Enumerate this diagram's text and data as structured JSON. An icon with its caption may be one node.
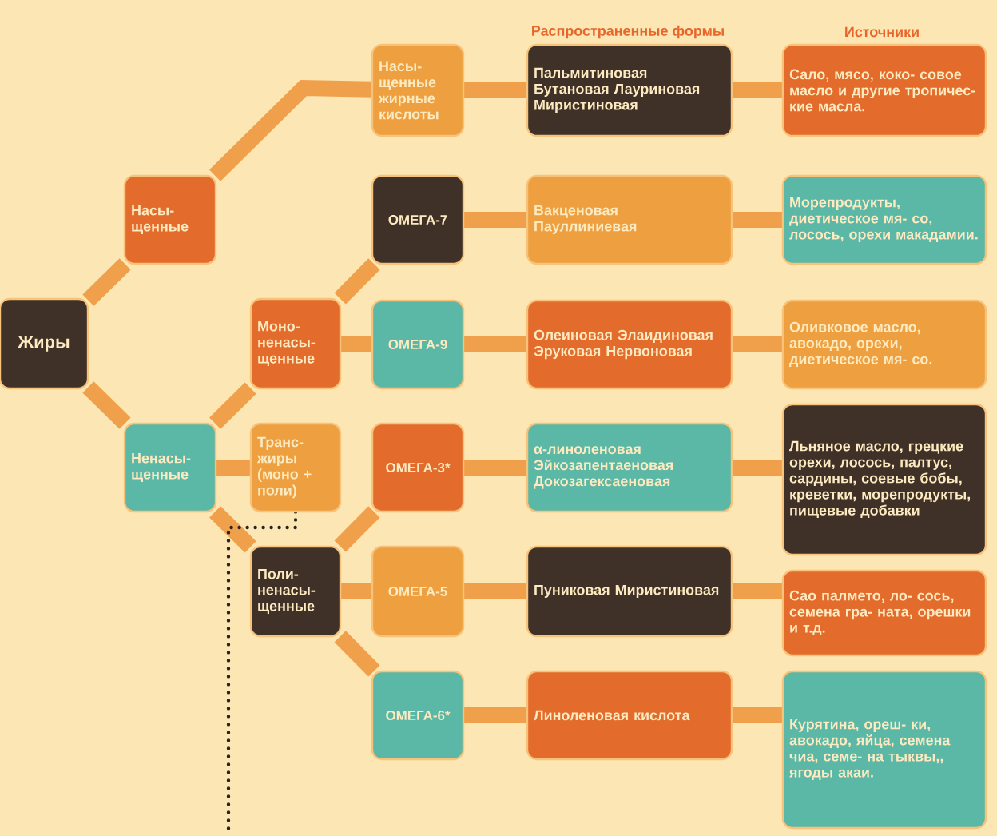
{
  "diagram": {
    "nodes": [
      {
        "text": [
          "Жиры"
        ]
      },
      {
        "text": [
          "Насы- щенные"
        ]
      },
      {
        "text": [
          "Ненасы- щенные"
        ]
      },
      {
        "text": [
          "Насы- щенные жирные кислоты"
        ]
      },
      {
        "text": [
          "Моно- ненасы- щенные"
        ]
      },
      {
        "text": [
          "Транс- жиры (моно + поли)"
        ]
      },
      {
        "text": [
          "Поли- ненасы- щенные"
        ]
      },
      {
        "text": [
          "ОМЕГА-7"
        ]
      },
      {
        "text": [
          "ОМЕГА-9"
        ]
      },
      {
        "text": [
          "ОМЕГА-3*"
        ]
      },
      {
        "text": [
          "ОМЕГА-5"
        ]
      },
      {
        "text": [
          "ОМЕГА-6*"
        ]
      },
      {
        "text": [
          "Пальмитиновая Бутановая Лауриновая Миристиновая"
        ]
      },
      {
        "text": [
          "Вакценовая Пауллиниевая"
        ]
      },
      {
        "text": [
          "Олеиновая Элаидиновая Эруковая Нервоновая"
        ]
      },
      {
        "text": [
          "α-линоленовая Эйкозапентаеновая Докозагексаеновая"
        ]
      },
      {
        "text": [
          "Пуниковая Миристиновая"
        ]
      },
      {
        "text": [
          "Линоленовая кислота"
        ]
      },
      {
        "text": [
          "Сало, мясо, коко- совое масло и другие тропичес- кие масла."
        ]
      },
      {
        "text": [
          "Морепродукты, диетическое мя- со, лосось, орехи макадамии."
        ]
      },
      {
        "text": [
          "Оливковое масло, авокадо, орехи, диетическое мя- со."
        ]
      },
      {
        "text": [
          "Льняное масло, грецкие орехи, лосось, палтус, сардины, соевые бобы, креветки, морепродукты, пищевые добавки"
        ]
      },
      {
        "text": [
          "Сао палмето, ло- сось, семена гра- ната, орешки и т.д."
        ]
      },
      {
        "text": [
          "Курятина, ореш- ки, авокадо, яйца, семена чиа, семе- на тыквы,, ягоды акаи."
        ]
      }
    ],
    "edges": [
      {
        "from": 0,
        "to": 1,
        "arrow": "none"
      },
      {
        "from": 0,
        "to": 2,
        "arrow": "none"
      },
      {
        "from": 1,
        "to": 3,
        "arrow": "none"
      },
      {
        "from": 2,
        "to": 4,
        "arrow": "none"
      },
      {
        "from": 2,
        "to": 5,
        "arrow": "none"
      },
      {
        "from": 2,
        "to": 6,
        "arrow": "none"
      },
      {
        "from": 4,
        "to": 7,
        "arrow": "none"
      },
      {
        "from": 4,
        "to": 8,
        "arrow": "none"
      },
      {
        "from": 6,
        "to": 9,
        "arrow": "none"
      },
      {
        "from": 6,
        "to": 10,
        "arrow": "none"
      },
      {
        "from": 6,
        "to": 11,
        "arrow": "none"
      },
      {
        "from": 3,
        "to": 12,
        "arrow": "none"
      },
      {
        "from": 7,
        "to": 13,
        "arrow": "none"
      },
      {
        "from": 8,
        "to": 14,
        "arrow": "none"
      },
      {
        "from": 9,
        "to": 15,
        "arrow": "none"
      },
      {
        "from": 10,
        "to": 16,
        "arrow": "none"
      },
      {
        "from": 11,
        "to": 17,
        "arrow": "none"
      },
      {
        "from": 12,
        "to": 18,
        "arrow": "none"
      },
      {
        "from": 13,
        "to": 19,
        "arrow": "none"
      },
      {
        "from": 14,
        "to": 20,
        "arrow": "none"
      },
      {
        "from": 15,
        "to": 21,
        "arrow": "none"
      },
      {
        "from": 16,
        "to": 22,
        "arrow": "none"
      },
      {
        "from": 17,
        "to": 23,
        "arrow": "none"
      },
      {
        "from": 5,
        "to": null,
        "arrow": "none",
        "style": "dashed",
        "color": "#2a2320"
      }
    ],
    "labels": [
      "Распространенные формы",
      "Источники"
    ]
  }
}
